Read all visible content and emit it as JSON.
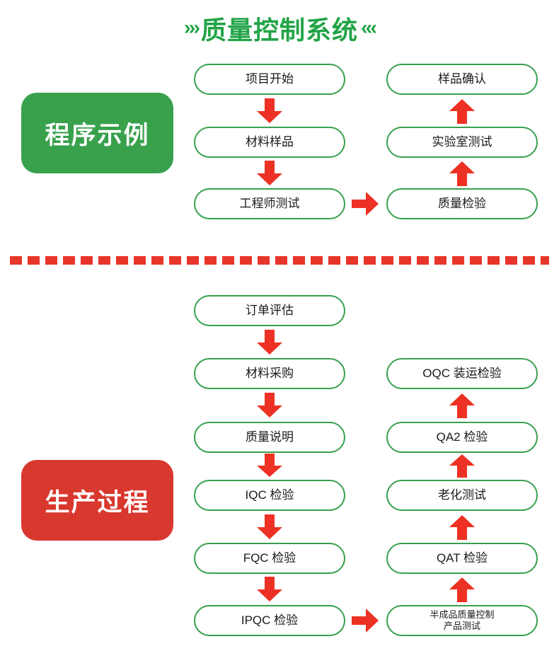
{
  "header": {
    "left_arrows": "›››",
    "title": "质量控制系统",
    "right_arrows": "‹‹‹",
    "accent_color": "#22a447"
  },
  "sections": [
    {
      "id": "program-example",
      "label": "程序示例",
      "color": "#39a14c",
      "nodes": [
        {
          "id": "project-start",
          "text": "项目开始",
          "col": "left"
        },
        {
          "id": "material-sample",
          "text": "材料样品",
          "col": "left"
        },
        {
          "id": "engineer-test",
          "text": "工程师测试",
          "col": "left"
        },
        {
          "id": "quality-inspection",
          "text": "质量检验",
          "col": "right"
        },
        {
          "id": "lab-test",
          "text": "实验室测试",
          "col": "right"
        },
        {
          "id": "sample-confirm",
          "text": "样品确认",
          "col": "right"
        }
      ]
    },
    {
      "id": "production-process",
      "label": "生产过程",
      "color": "#d9382f",
      "nodes": [
        {
          "id": "order-evaluation",
          "text": "订单评估",
          "col": "left"
        },
        {
          "id": "material-purchase",
          "text": "材料采购",
          "col": "left"
        },
        {
          "id": "quality-spec",
          "text": "质量说明",
          "col": "left"
        },
        {
          "id": "iqc-inspection",
          "text": "IQC 检验",
          "col": "left"
        },
        {
          "id": "fqc-inspection",
          "text": "FQC 检验",
          "col": "left"
        },
        {
          "id": "ipqc-inspection",
          "text": "IPQC 检验",
          "col": "left"
        },
        {
          "id": "semi-finished-test-line1",
          "text": "半成品质量控制",
          "col": "right"
        },
        {
          "id": "semi-finished-test-line2",
          "text": "产品测试",
          "col": "right"
        },
        {
          "id": "qat-inspection",
          "text": "QAT 检验",
          "col": "right"
        },
        {
          "id": "aging-test",
          "text": "老化测试",
          "col": "right"
        },
        {
          "id": "qa2-inspection",
          "text": "QA2 检验",
          "col": "right"
        },
        {
          "id": "oqc-shipping-inspection",
          "text": "OQC 装运检验",
          "col": "right"
        }
      ]
    }
  ],
  "divider": {
    "style": "dashed",
    "color": "#e8352a"
  },
  "arrows": {
    "color": "#ed3124"
  }
}
